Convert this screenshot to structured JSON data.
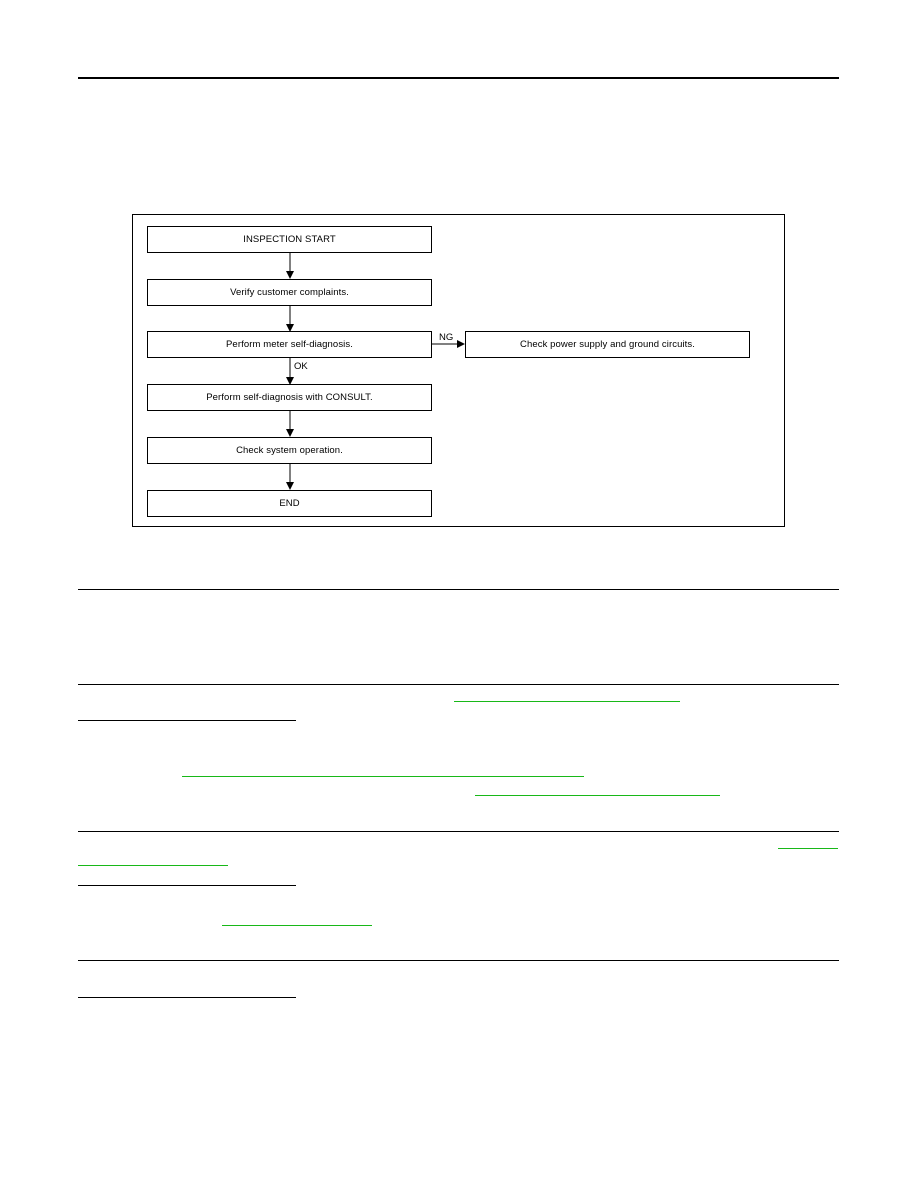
{
  "flowchart": {
    "steps": {
      "start": "INSPECTION START",
      "verify": "Verify customer complaints.",
      "meter_self_diag": "Perform meter self-diagnosis.",
      "consult_self_diag": "Perform self-diagnosis with CONSULT.",
      "check_operation": "Check system operation.",
      "end": "END",
      "power_ground": "Check power supply and ground circuits."
    },
    "labels": {
      "ng": "NG",
      "ok": "OK"
    }
  },
  "colors": {
    "link_underline": "#18b818",
    "rule": "#000000"
  }
}
